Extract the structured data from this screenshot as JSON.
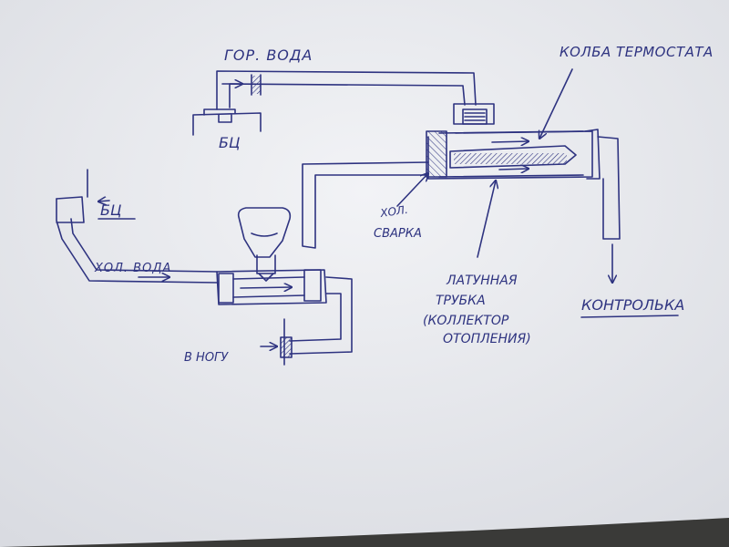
{
  "labels": {
    "hot_water": "ГОР. ВОДА",
    "bc_top": "БЦ",
    "thermostat_bulb": "КОЛБА ТЕРМОСТАТА",
    "cold_weld_line1": "ХОЛ.",
    "cold_weld_line2": "СВАРКА",
    "brass_tube_line1": "ЛАТУННАЯ",
    "brass_tube_line2": "ТРУБКА",
    "brass_tube_line3": "(КОЛЛЕКТОР",
    "brass_tube_line4": "ОТОПЛЕНИЯ)",
    "control_light": "КОНТРОЛЬКА",
    "bc_left": "БЦ",
    "cold_water": "ХОЛ. ВОДА",
    "to_tap": "В НОГУ"
  },
  "colors": {
    "ink": "#2e3380",
    "paper": "#e9eaee",
    "background": "#3a3a38"
  }
}
